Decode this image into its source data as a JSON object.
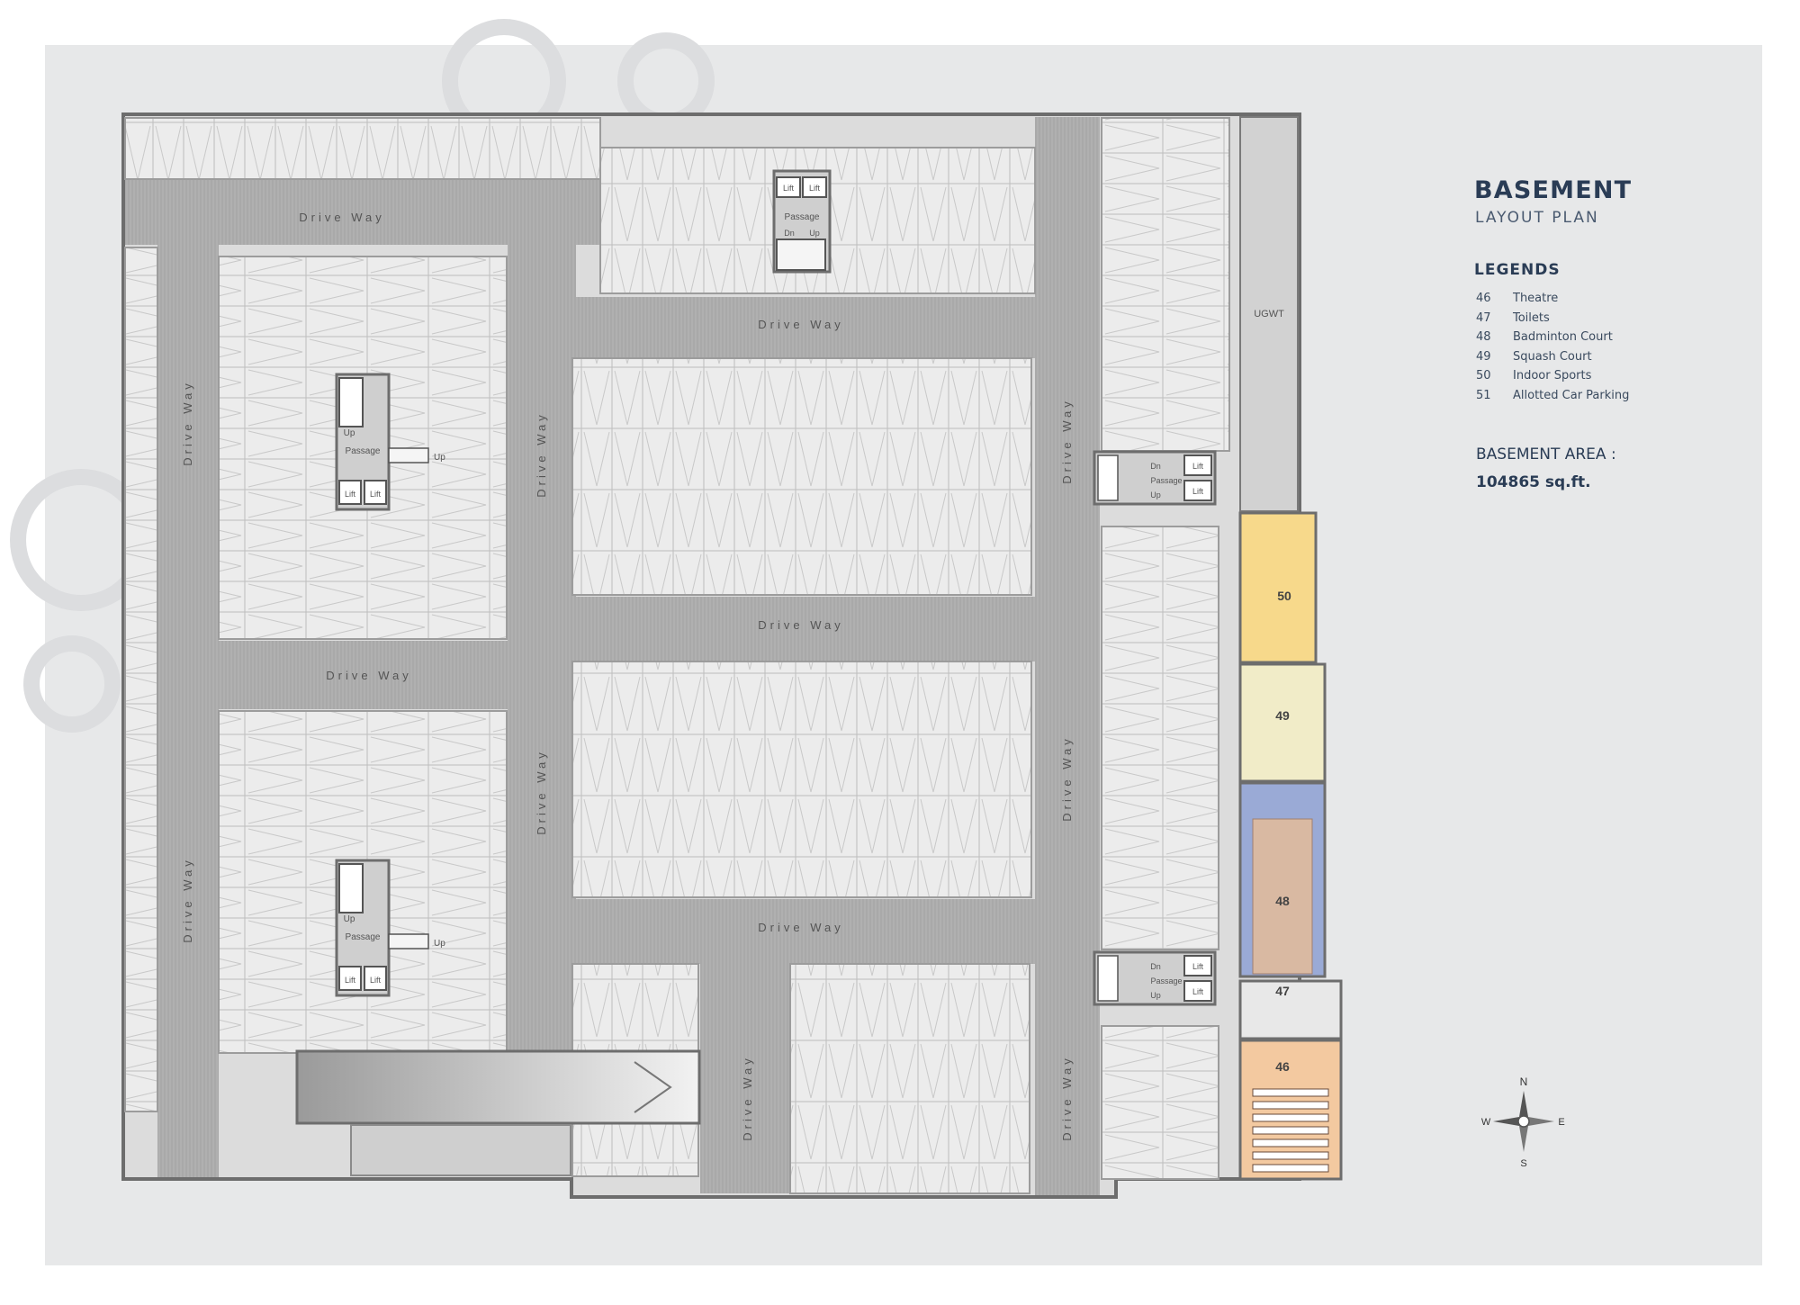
{
  "title": "BASEMENT",
  "subtitle": "LAYOUT PLAN",
  "legend": {
    "heading": "LEGENDS",
    "items": [
      {
        "num": "46",
        "label": "Theatre"
      },
      {
        "num": "47",
        "label": "Toilets"
      },
      {
        "num": "48",
        "label": "Badminton Court"
      },
      {
        "num": "49",
        "label": "Squash Court"
      },
      {
        "num": "50",
        "label": "Indoor Sports"
      },
      {
        "num": "51",
        "label": "Allotted Car Parking"
      }
    ]
  },
  "area": {
    "label": "BASEMENT AREA :",
    "value": "104865 sq.ft."
  },
  "labels": {
    "drive_way": "Drive  Way",
    "passage": "Passage",
    "lift": "Lift",
    "up": "Up",
    "dn": "Dn",
    "ugwt": "UGWT"
  },
  "rooms": {
    "r46": "46",
    "r47": "47",
    "r48": "48",
    "r49": "49",
    "r50": "50"
  },
  "compass": {
    "n": "N",
    "s": "S",
    "e": "E",
    "w": "W"
  },
  "colors": {
    "sheet": "#e7e8e9",
    "driveway": "#a9a9a9",
    "parking": "#ececec",
    "theatre": "#f3c9a0",
    "badminton": "#9aaad6",
    "court": "#d9b9a2",
    "squash": "#f1ecc8",
    "indoor_sports": "#f7d98b",
    "text": "#2a3c55"
  }
}
